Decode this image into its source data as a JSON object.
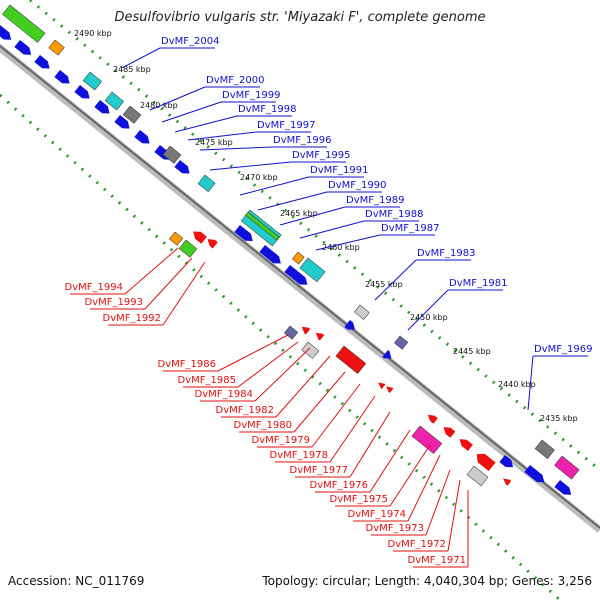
{
  "title": "Desulfovibrio vulgaris str. 'Miyazaki F', complete genome",
  "footer": {
    "accession": "Accession: NC_011769",
    "summary": "Topology: circular; Length: 4,040,304 bp; Genes: 3,256"
  },
  "colors": {
    "forward_label": "#1010cc",
    "reverse_label": "#e01010",
    "backbone": "#888888",
    "tick": "#2a9a2a",
    "cds_forward": "#1010dd",
    "cds_reverse": "#ee1111",
    "cyan": "#22cccc",
    "green": "#44cc22",
    "orange": "#ff9900",
    "gray": "#777777",
    "light_gray": "#cccccc",
    "magenta": "#ee22aa",
    "slate": "#6666aa"
  },
  "scale_labels": [
    {
      "text": "2490 kbp"
    },
    {
      "text": "2485 kbp"
    },
    {
      "text": "2480 kbp"
    },
    {
      "text": "2475 kbp"
    },
    {
      "text": "2470 kbp"
    },
    {
      "text": "2465 kbp"
    },
    {
      "text": "2460 kbp"
    },
    {
      "text": "2455 kbp"
    },
    {
      "text": "2450 kbp"
    },
    {
      "text": "2445 kbp"
    },
    {
      "text": "2440 kbp"
    },
    {
      "text": "2435 kbp"
    }
  ],
  "forward_genes": [
    "DvMF_2004",
    "DvMF_2000",
    "DvMF_1999",
    "DvMF_1998",
    "DvMF_1997",
    "DvMF_1996",
    "DvMF_1995",
    "DvMF_1991",
    "DvMF_1990",
    "DvMF_1989",
    "DvMF_1988",
    "DvMF_1987",
    "DvMF_1983",
    "DvMF_1981",
    "DvMF_1969"
  ],
  "reverse_genes": [
    "DvMF_1994",
    "DvMF_1993",
    "DvMF_1992",
    "DvMF_1986",
    "DvMF_1985",
    "DvMF_1984",
    "DvMF_1982",
    "DvMF_1980",
    "DvMF_1979",
    "DvMF_1978",
    "DvMF_1977",
    "DvMF_1976",
    "DvMF_1975",
    "DvMF_1974",
    "DvMF_1973",
    "DvMF_1972",
    "DvMF_1971"
  ]
}
